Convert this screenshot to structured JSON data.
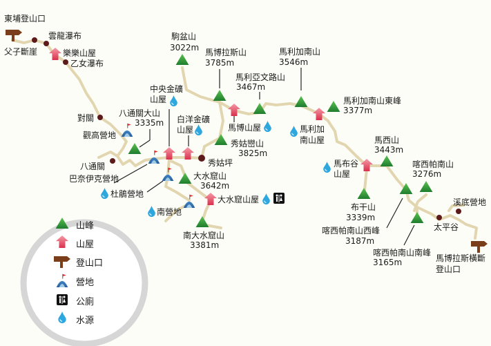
{
  "places": {
    "dongpu_trailhead": {
      "name": "東埔登山口"
    },
    "fuzi_cliff": {
      "name": "父子斷崖"
    },
    "yunlong_falls": {
      "name": "雲龍瀑布"
    },
    "lele_hut": {
      "name": "樂樂山屋"
    },
    "yinu_falls": {
      "name": "乙女瀑布"
    },
    "duiguan": {
      "name": "對關"
    },
    "guangao_camp": {
      "name": "觀高營地"
    },
    "batongguan_mtn": {
      "name": "八通關大山",
      "elev": "3335m"
    },
    "batongguan": {
      "name": "八通關"
    },
    "banaiyike_camp": {
      "name": "巴奈伊克營地"
    },
    "zhongyang_hut": {
      "name1": "中央金礦",
      "name2": "山屋"
    },
    "baiyang_hut": {
      "name1": "白洋金礦",
      "name2": "山屋"
    },
    "xiuguping": {
      "name": "秀姑坪"
    },
    "dujuan_camp": {
      "name": "杜鵑營地"
    },
    "dashuiku_mtn": {
      "name": "大水窟山",
      "elev": "3642m"
    },
    "south_camp": {
      "name": "南營地"
    },
    "dashuiku_hut": {
      "name": "大水窟山屋"
    },
    "south_dashuiku_mtn": {
      "name": "南大水窟山",
      "elev": "3381m"
    },
    "jupen_mtn": {
      "name": "駒盆山",
      "elev": "3022m"
    },
    "mabolasi_mtn": {
      "name": "馬博拉斯山",
      "elev": "3785m"
    },
    "mabo_hut": {
      "name": "馬博山屋"
    },
    "xiuguluan_mtn": {
      "name": "秀姑巒山",
      "elev": "3825m"
    },
    "maliyawenlu_mtn": {
      "name": "馬利亞文路山",
      "elev": "3467m"
    },
    "malijianan_mtn": {
      "name": "馬利加南山",
      "elev": "3546m"
    },
    "malijianan_hut": {
      "name1": "馬利加",
      "name2": "南山屋"
    },
    "malijianan_east": {
      "name": "馬利加南山東峰",
      "elev": "3377m"
    },
    "mabugu_hut": {
      "name1": "馬布谷",
      "name2": "山屋"
    },
    "maxi_mtn": {
      "name": "馬西山",
      "elev": "3443m"
    },
    "bugan_mtn": {
      "name": "布干山",
      "elev": "3339m"
    },
    "kaxipanan_mtn": {
      "name": "喀西帕南山",
      "elev": "3276m"
    },
    "kaxipanan_west": {
      "name": "喀西帕南山西峰",
      "elev": "3187m"
    },
    "kaxipanan_south": {
      "name": "喀西帕南山南峰",
      "elev": "3165m"
    },
    "taipinggu": {
      "name": "太平谷"
    },
    "xidi_camp": {
      "name": "溪底營地"
    },
    "mabolasi_trailhead": {
      "name1": "馬博拉斯橫斷",
      "name2": "登山口"
    }
  },
  "legend": {
    "peak": "山峰",
    "hut": "山屋",
    "trailhead": "登山口",
    "camp": "營地",
    "toilet": "公廁",
    "water": "水源"
  },
  "colors": {
    "trail": "#e2d6b0",
    "peak": "#2f9a3c",
    "hut": "#e8667c",
    "camp": "#3a78b5",
    "water": "#2ea6de",
    "poi": "#5c1a1a",
    "sign": "#7a3e1a"
  }
}
